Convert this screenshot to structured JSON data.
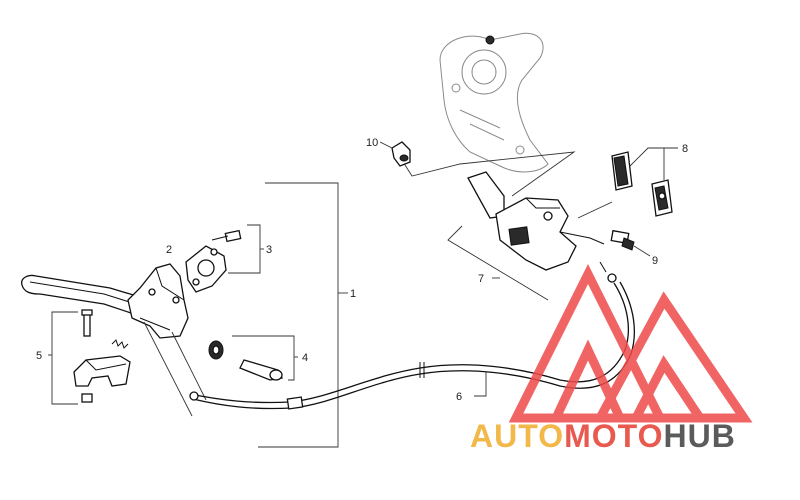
{
  "callouts": {
    "c1": "1",
    "c2": "2",
    "c3": "3",
    "c4": "4",
    "c5": "5",
    "c6": "6",
    "c7": "7",
    "c8": "8",
    "c9": "9",
    "c10": "10"
  },
  "watermark": {
    "part1": "AUTO",
    "part2": "MOTO",
    "part3": "HUB",
    "color_auto": "#f2b84a",
    "color_moto": "#e8594f",
    "color_hub": "#5b5b5b",
    "logo_color": "#ef4a4a"
  }
}
